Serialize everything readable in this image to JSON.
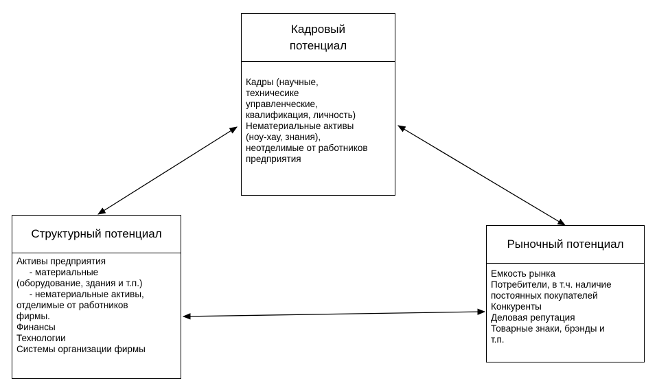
{
  "boxes": {
    "kadr": {
      "title_lines": [
        "Кадровый",
        "потенциал"
      ],
      "lines": [
        "Кадры (научные,",
        "техничесике",
        "управленческие,",
        "квалификация, личность)",
        "Нематериальные активы",
        "(ноу-хау, знания),",
        "неотделимые от работников",
        "предприятия"
      ]
    },
    "struct": {
      "title": "Структурный потенциал",
      "lines": [
        "Активы предприятия",
        "     - материальные",
        "(оборудование, здания и т.п.)",
        "     - нематериальные активы,",
        "отделимые от работников",
        "фирмы.",
        "Финансы",
        "Технологии",
        "Системы организации фирмы"
      ]
    },
    "market": {
      "title": "Рыночный потенциал",
      "lines": [
        "Емкость рынка",
        "Потребители, в т.ч. наличие",
        "постоянных покупателей",
        "Конкуренты",
        "Деловая репутация",
        "Товарные знаки, брэнды и",
        "т.п."
      ]
    }
  },
  "colors": {
    "line": "#000000",
    "background": "#ffffff"
  }
}
